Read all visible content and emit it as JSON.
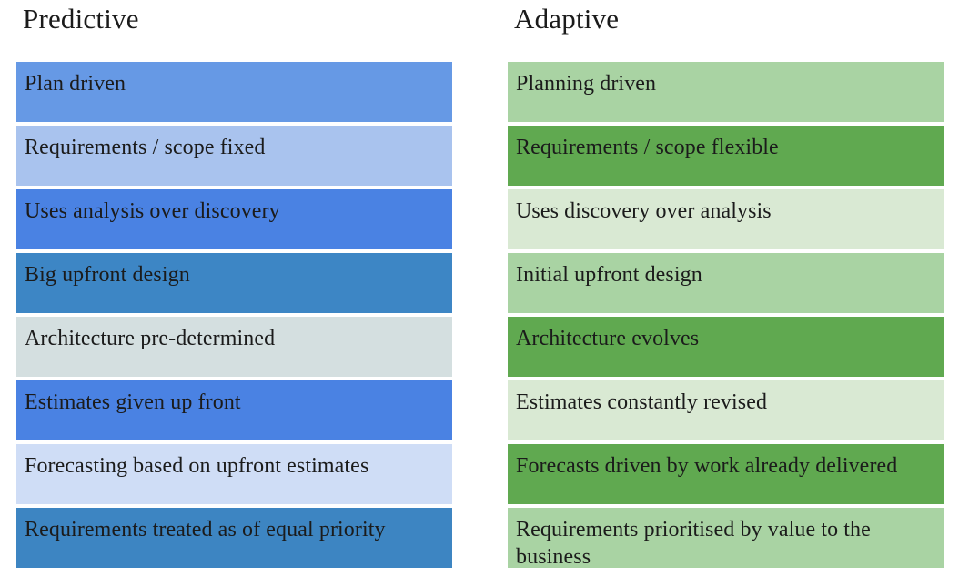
{
  "diagram": {
    "background": "#ffffff",
    "text_color": "#1b1b1b",
    "columns": [
      {
        "title": "Predictive",
        "accent_family": "blue",
        "rows": [
          {
            "label": "Plan driven",
            "color": "#6699e5"
          },
          {
            "label": "Requirements / scope fixed",
            "color": "#a9c3ee"
          },
          {
            "label": "Uses analysis over discovery",
            "color": "#4a82e3"
          },
          {
            "label": "Big upfront design",
            "color": "#3d86c5"
          },
          {
            "label": "Architecture pre-determined",
            "color": "#d4dfe0"
          },
          {
            "label": "Estimates given up front",
            "color": "#4a82e3"
          },
          {
            "label": "Forecasting based on upfront estimates",
            "color": "#cfddf6"
          },
          {
            "label": "Requirements treated as of equal priority",
            "color": "#3d85c2"
          }
        ]
      },
      {
        "title": "Adaptive",
        "accent_family": "green",
        "rows": [
          {
            "label": "Planning driven",
            "color": "#a9d3a3"
          },
          {
            "label": "Requirements / scope flexible",
            "color": "#60a950"
          },
          {
            "label": "Uses discovery over analysis",
            "color": "#d9e9d3"
          },
          {
            "label": "Initial upfront design",
            "color": "#a9d3a3"
          },
          {
            "label": "Architecture evolves",
            "color": "#60a950"
          },
          {
            "label": "Estimates constantly revised",
            "color": "#d9e9d3"
          },
          {
            "label": "Forecasts driven by work already delivered",
            "color": "#60a950"
          },
          {
            "label": "Requirements prioritised by value to the business",
            "color": "#a9d3a3"
          }
        ]
      }
    ]
  }
}
